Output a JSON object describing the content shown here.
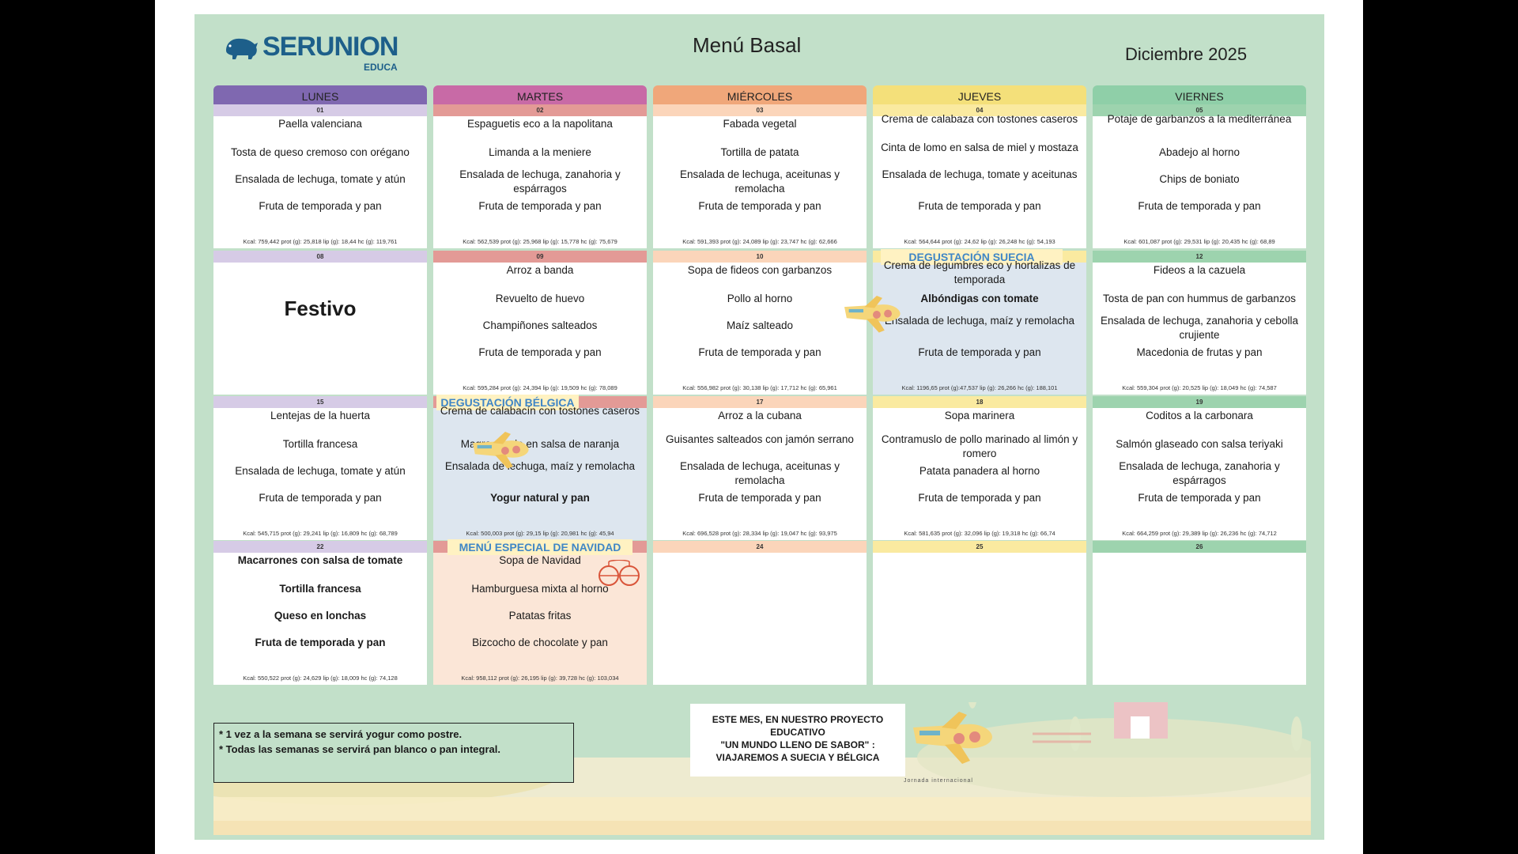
{
  "header": {
    "brand": "SERUNION",
    "brand_sub": "EDUCA",
    "title": "Menú Basal",
    "month": "Diciembre 2025"
  },
  "days": [
    "LUNES",
    "MARTES",
    "MIÉRCOLES",
    "JUEVES",
    "VIERNES"
  ],
  "colors": {
    "lunes": "#7f68b0",
    "martes": "#c86aa6",
    "miercoles": "#f0a77a",
    "jueves": "#f4e07a",
    "viernes": "#8fcfa8",
    "lunes_light": "#d6cbe6",
    "martes_light": "#e39a96",
    "miercoles_light": "#fbd5ba",
    "jueves_light": "#faeaa0",
    "viernes_light": "#9dd3ae",
    "board": "#c2e0c9",
    "banner_text": "#3f86c6"
  },
  "weeks": [
    [
      {
        "date": "01",
        "dishes": [
          "Paella valenciana",
          "Tosta de queso cremoso con orégano",
          "Ensalada de lechuga, tomate y atún",
          "Fruta de temporada y pan"
        ],
        "nutrition": "Kcal: 759,442 prot (g): 25,818 lip (g): 18,44 hc (g): 119,761"
      },
      {
        "date": "02",
        "dishes": [
          "Espaguetis eco a la napolitana",
          "Limanda a la meniere",
          "Ensalada de lechuga, zanahoria y espárragos",
          "Fruta de temporada y pan"
        ],
        "nutrition": "Kcal: 562,539 prot (g): 25,968 lip (g): 15,778 hc (g): 75,679"
      },
      {
        "date": "03",
        "dishes": [
          "Fabada vegetal",
          "Tortilla de patata",
          "Ensalada de lechuga, aceitunas y remolacha",
          "Fruta de temporada y pan"
        ],
        "nutrition": "Kcal: 591,393 prot (g): 24,089 lip (g): 23,747 hc (g): 62,666"
      },
      {
        "date": "04",
        "dishes": [
          "Crema de calabaza con tostones caseros",
          "Cinta de lomo en salsa de miel y mostaza",
          "Ensalada de lechuga, tomate y aceitunas",
          "Fruta de temporada y pan"
        ],
        "nutrition": "Kcal: 564,644 prot (g): 24,62 lip (g): 26,248 hc (g): 54,193"
      },
      {
        "date": "05",
        "dishes": [
          "Potaje de garbanzos a la mediterránea",
          "Abadejo al horno",
          "Chips de boniato",
          "Fruta de temporada y pan"
        ],
        "nutrition": "Kcal: 601,087 prot (g): 29,531 lip (g): 20,435 hc (g): 68,89"
      }
    ],
    [
      {
        "date": "08",
        "festivo": "Festivo"
      },
      {
        "date": "09",
        "dishes": [
          "Arroz a banda",
          "Revuelto de huevo",
          "Champiñones salteados",
          "Fruta de temporada y pan"
        ],
        "nutrition": "Kcal: 595,284 prot (g): 24,394 lip (g): 19,509 hc (g): 78,089"
      },
      {
        "date": "10",
        "dishes": [
          "Sopa de fideos con garbanzos",
          "Pollo al horno",
          "Maíz salteado",
          "Fruta de temporada y pan"
        ],
        "nutrition": "Kcal: 556,982 prot (g): 30,138 lip (g): 17,712 hc (g): 65,961"
      },
      {
        "date": "DEGUSTACIÓN SUECIA",
        "dishes": [
          "Crema de legumbres eco y hortalizas de temporada",
          "Albóndigas con tomate",
          "Ensalada de lechuga, maíz y remolacha",
          "Fruta de temporada y pan"
        ],
        "nutrition": "Kcal: 1196,65 prot (g):47,537 lip (g): 26,266 hc (g): 188,101"
      },
      {
        "date": "12",
        "dishes": [
          "Fideos a la cazuela",
          "Tosta de pan con hummus de garbanzos",
          "Ensalada de lechuga, zanahoria y cebolla crujiente",
          "Macedonia de frutas y pan"
        ],
        "nutrition": "Kcal: 559,304 prot (g): 20,525 lip (g): 18,049 hc (g): 74,587"
      }
    ],
    [
      {
        "date": "15",
        "dishes": [
          "Lentejas de la huerta",
          "Tortilla francesa",
          "Ensalada de lechuga, tomate y atún",
          "Fruta de temporada y pan"
        ],
        "nutrition": "Kcal: 545,715 prot (g): 29,241 lip (g): 16,809 hc (g): 68,789"
      },
      {
        "date": "DEGUSTACIÓN BÉLGICA",
        "dishes": [
          "Crema de calabacín con tostones caseros",
          "Magro asado en salsa de naranja",
          "Ensalada de lechuga, maíz y remolacha",
          "Yogur natural y pan"
        ],
        "nutrition": "Kcal: 500,003 prot (g): 29,15 lip (g): 20,981 hc (g): 45,94"
      },
      {
        "date": "17",
        "dishes": [
          "Arroz a la cubana",
          "Guisantes salteados con jamón serrano",
          "Ensalada de lechuga, aceitunas y remolacha",
          "Fruta de temporada y pan"
        ],
        "nutrition": "Kcal: 696,528 prot (g): 28,334 lip (g): 19,047 hc (g): 93,975"
      },
      {
        "date": "18",
        "dishes": [
          "Sopa marinera",
          "Contramuslo de pollo marinado al limón y romero",
          "Patata panadera al horno",
          "Fruta de temporada y pan"
        ],
        "nutrition": "Kcal: 581,635 prot (g): 32,096 lip (g): 19,318 hc (g): 66,74"
      },
      {
        "date": "19",
        "dishes": [
          "Coditos a la carbonara",
          "Salmón glaseado con salsa teriyaki",
          "Ensalada de lechuga, zanahoria y espárragos",
          "Fruta de temporada y pan"
        ],
        "nutrition": "Kcal: 664,259 prot (g): 29,389 lip (g): 26,236 hc (g): 74,712"
      }
    ],
    [
      {
        "date": "22",
        "dishes": [
          "Macarrones con salsa de tomate",
          "Tortilla francesa",
          "Queso en lonchas",
          "Fruta de temporada y pan"
        ],
        "nutrition": "Kcal: 550,522 prot (g): 24,629 lip (g): 18,009 hc (g): 74,128"
      },
      {
        "date": "MENÚ ESPECIAL DE NAVIDAD",
        "dishes": [
          "Sopa de Navidad",
          "Hamburguesa mixta al horno",
          "Patatas fritas",
          "Bizcocho de chocolate y pan"
        ],
        "nutrition": "Kcal: 958,112 prot (g): 26,195 lip (g): 39,728 hc (g): 103,034"
      },
      {
        "date": "24"
      },
      {
        "date": "25"
      },
      {
        "date": "26"
      }
    ]
  ],
  "notes": {
    "line1": "* 1 vez a la semana se servirá yogur como postre.",
    "line2": "* Todas las semanas se servirá pan blanco o pan integral."
  },
  "project": {
    "line1": "ESTE MES, EN NUESTRO PROYECTO",
    "line2": "EDUCATIVO",
    "line3": "\"UN MUNDO LLENO DE SABOR\" :",
    "line4": "VIAJAREMOS A SUECIA Y BÉLGICA",
    "tag": "Jornada internacional"
  }
}
